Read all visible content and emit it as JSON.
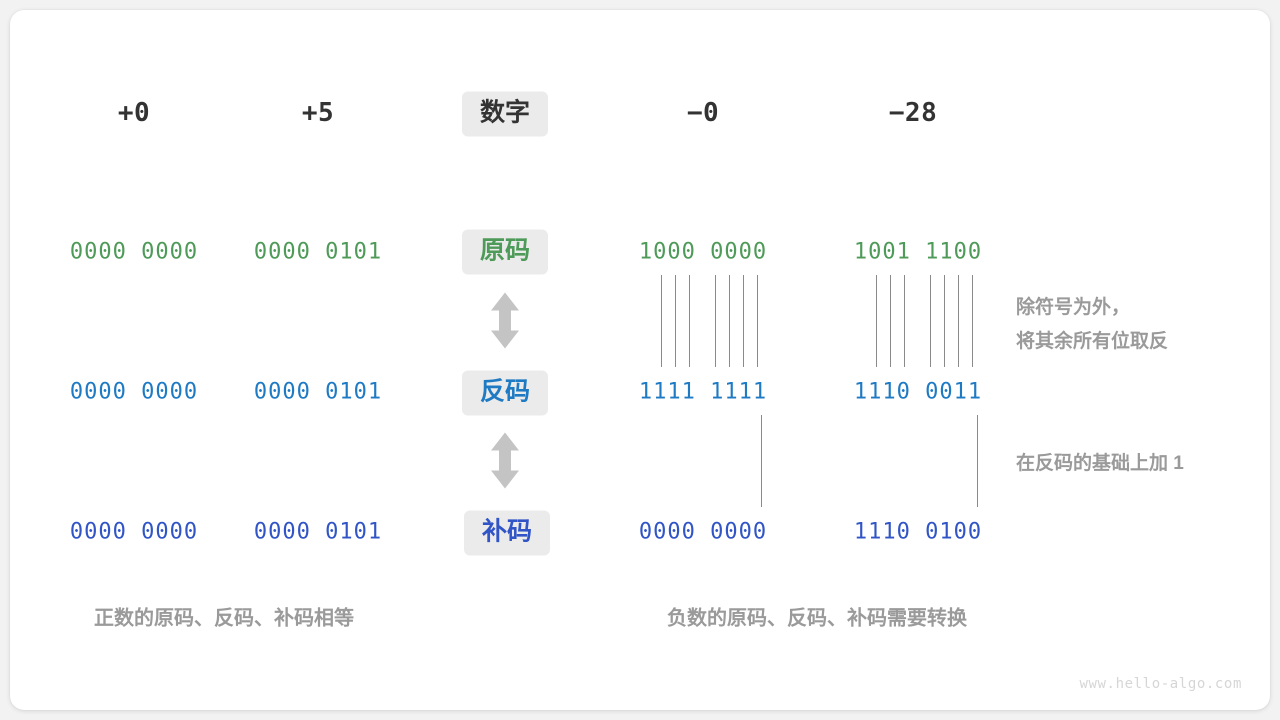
{
  "meta": {
    "watermark": "www.hello-algo.com"
  },
  "colors": {
    "green": "#4e9a58",
    "blue": "#1f7ac4",
    "indigo": "#3155c6",
    "gray_text": "#9a9a9a",
    "badge_bg": "#ebebeb",
    "dark": "#333333",
    "line": "#8a8a8a",
    "arrow": "#c4c4c4",
    "card_bg": "#ffffff",
    "page_bg": "#f2f2f2"
  },
  "row_labels": {
    "number": "数字",
    "sign_magnitude": "原码",
    "ones_complement": "反码",
    "twos_complement": "补码"
  },
  "columns": [
    {
      "key": "pos0",
      "header": "+0"
    },
    {
      "key": "pos5",
      "header": "+5"
    },
    {
      "key": "neg0",
      "header": "−0"
    },
    {
      "key": "neg28",
      "header": "−28"
    }
  ],
  "values": {
    "sign_magnitude": {
      "pos0": "0000 0000",
      "pos5": "0000 0101",
      "neg0": "1000 0000",
      "neg28": "1001 1100"
    },
    "ones_complement": {
      "pos0": "0000 0000",
      "pos5": "0000 0101",
      "neg0": "1111 1111",
      "neg28": "1110 0011"
    },
    "twos_complement": {
      "pos0": "0000 0000",
      "pos5": "0000 0101",
      "neg0": "0000 0000",
      "neg28": "1110 0100"
    }
  },
  "annotations": {
    "invert_rule": "除符号为外，\n将其余所有位取反",
    "add_one_rule": "在反码的基础上加 1"
  },
  "captions": {
    "positive": "正数的原码、反码、补码相等",
    "negative": "负数的原码、反码、补码需要转换"
  }
}
